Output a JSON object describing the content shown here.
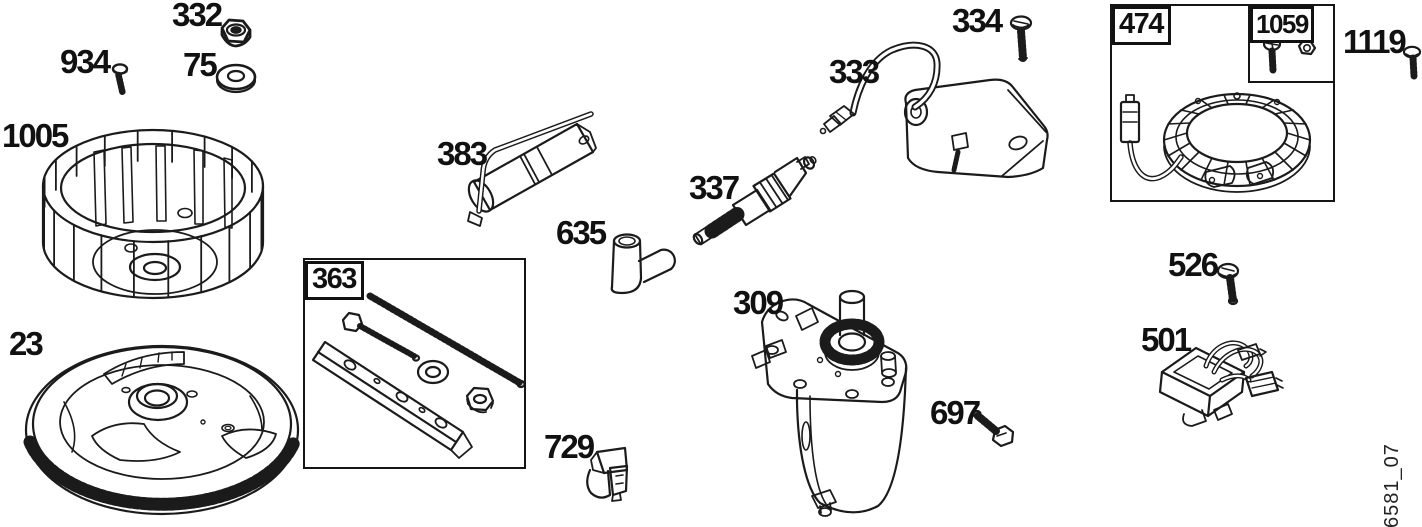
{
  "diagram": {
    "drawing_code": "6581_07",
    "colors": {
      "ink": "#1b1b1b",
      "background": "#ffffff"
    },
    "callouts": {
      "c332": "332",
      "c934": "934",
      "c75": "75",
      "c1005": "1005",
      "c23": "23",
      "c363": "363",
      "c383": "383",
      "c635": "635",
      "c337": "337",
      "c729": "729",
      "c309": "309",
      "c697": "697",
      "c333": "333",
      "c334": "334",
      "c474": "474",
      "c1059": "1059",
      "c1119": "1119",
      "c526": "526",
      "c501": "501"
    }
  }
}
